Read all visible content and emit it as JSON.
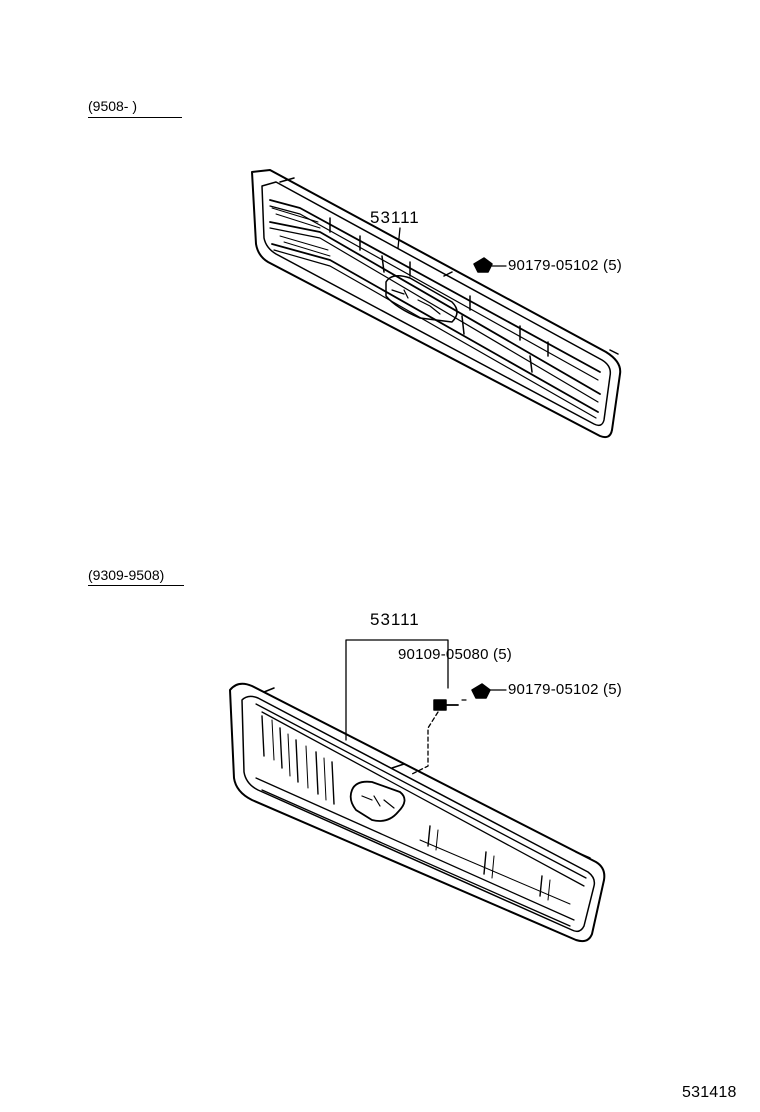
{
  "sections": [
    {
      "range_label": "(9508-        )",
      "part_main": "53111",
      "parts": [
        {
          "number": "90179-05102",
          "qty": "(5)"
        }
      ]
    },
    {
      "range_label": "(9309-9508)",
      "part_main": "53111",
      "parts": [
        {
          "number": "90109-05080",
          "qty": "(5)"
        },
        {
          "number": "90179-05102",
          "qty": "(5)"
        }
      ]
    }
  ],
  "figure_id": "531418",
  "colors": {
    "line": "#000000",
    "background": "#ffffff"
  }
}
